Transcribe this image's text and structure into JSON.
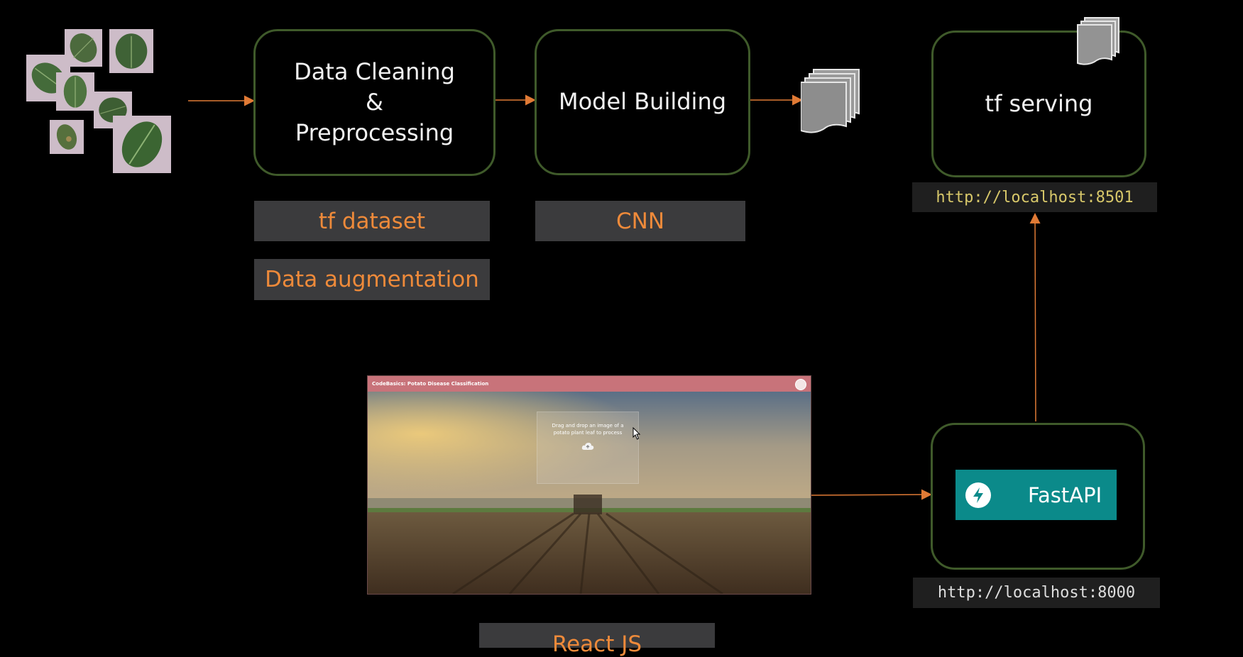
{
  "stages": {
    "preprocessing": "Data Cleaning & Preprocessing",
    "model_building": "Model Building",
    "tf_serving": "tf serving",
    "fastapi": "FastAPI"
  },
  "tags": {
    "tf_dataset": "tf dataset",
    "data_augmentation": "Data augmentation",
    "cnn": "CNN",
    "react": "React JS"
  },
  "urls": {
    "tf_serving": "http://localhost:8501",
    "fastapi": "http://localhost:8000"
  },
  "app": {
    "title": "CodeBasics: Potato Disease Classification",
    "drop_text": "Drag and drop an image of a potato plant leaf to process"
  },
  "icons": {
    "leaf_images": "leaf-icon",
    "model_files": "document-stack-icon",
    "fastapi_logo": "bolt-icon",
    "upload": "cloud-upload-icon",
    "cursor": "mouse-cursor-icon"
  },
  "colors": {
    "background": "#000000",
    "box_border": "#3f5a2a",
    "tag_bg": "#3b3b3d",
    "tag_text": "#ee8a3a",
    "arrow": "#e07a35",
    "fastapi": "#0b8a8a",
    "app_bar": "#c8737a"
  }
}
